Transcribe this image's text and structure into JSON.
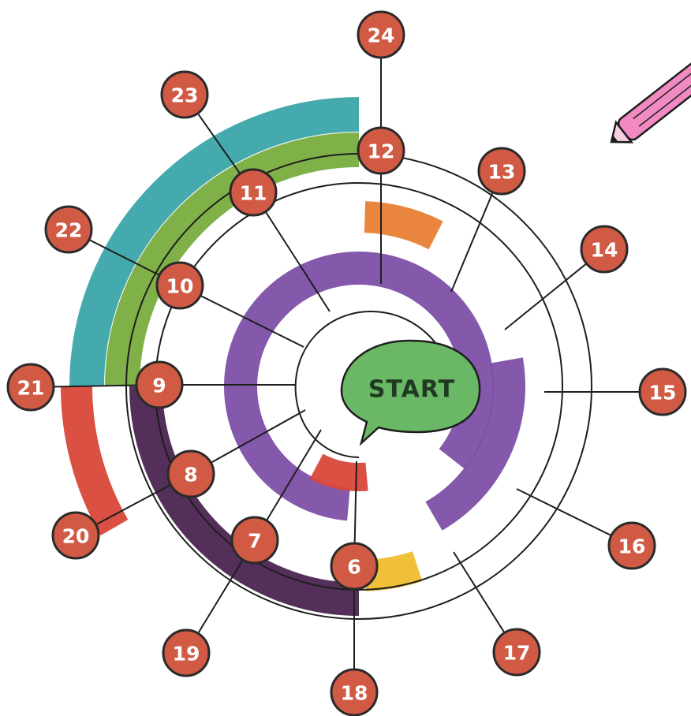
{
  "diagram": {
    "center_label": "START",
    "colors": {
      "line": "#1e1e1e",
      "node_fill": "#d15a45",
      "node_stroke": "#2a2a2a",
      "node_text": "#ffffff",
      "bubble_fill": "#6ab866",
      "purple": "#7d4fa5",
      "orange": "#e87e31",
      "red": "#d8483a",
      "yellow": "#efbd2e",
      "dark_purple": "#4a2450",
      "green": "#78ad3e",
      "teal": "#3ba5aa",
      "pen_pink": "#f08ac0"
    },
    "nodes": [
      {
        "id": "6",
        "label": "6"
      },
      {
        "id": "7",
        "label": "7"
      },
      {
        "id": "8",
        "label": "8"
      },
      {
        "id": "9",
        "label": "9"
      },
      {
        "id": "10",
        "label": "10"
      },
      {
        "id": "11",
        "label": "11"
      },
      {
        "id": "12",
        "label": "12"
      },
      {
        "id": "13",
        "label": "13"
      },
      {
        "id": "14",
        "label": "14"
      },
      {
        "id": "15",
        "label": "15"
      },
      {
        "id": "16",
        "label": "16"
      },
      {
        "id": "17",
        "label": "17"
      },
      {
        "id": "18",
        "label": "18"
      },
      {
        "id": "19",
        "label": "19"
      },
      {
        "id": "20",
        "label": "20"
      },
      {
        "id": "21",
        "label": "21"
      },
      {
        "id": "22",
        "label": "22"
      },
      {
        "id": "23",
        "label": "23"
      },
      {
        "id": "24",
        "label": "24"
      }
    ],
    "decoration": "pencil-icon"
  }
}
